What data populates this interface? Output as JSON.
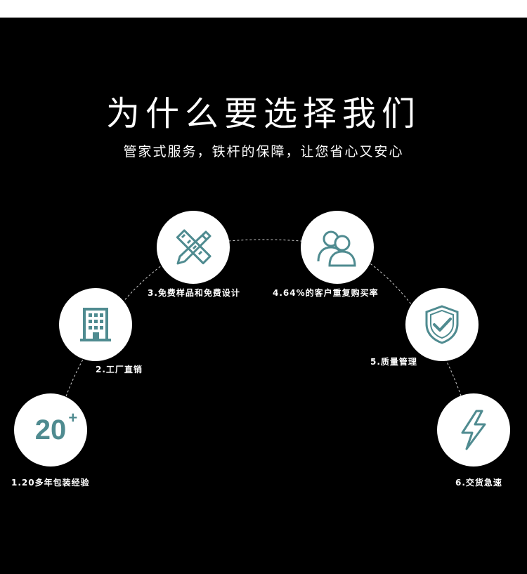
{
  "header": {
    "title": "为什么要选择我们",
    "subtitle": "管家式服务，铁杆的保障，让您省心又安心"
  },
  "features": [
    {
      "label": "1.20多年包装经验",
      "icon": "years-20-plus-icon",
      "number": "20",
      "suffix": "+"
    },
    {
      "label": "2.工厂直销",
      "icon": "building-icon"
    },
    {
      "label": "3.免费样品和免费设计",
      "icon": "ruler-pencil-icon"
    },
    {
      "label": "4.64%的客户重复购买率",
      "icon": "users-icon"
    },
    {
      "label": "5.质量管理",
      "icon": "shield-check-icon"
    },
    {
      "label": "6.交货急速",
      "icon": "lightning-icon"
    }
  ],
  "colors": {
    "background": "#000000",
    "accent": "#4f8b90",
    "text": "#ffffff"
  }
}
